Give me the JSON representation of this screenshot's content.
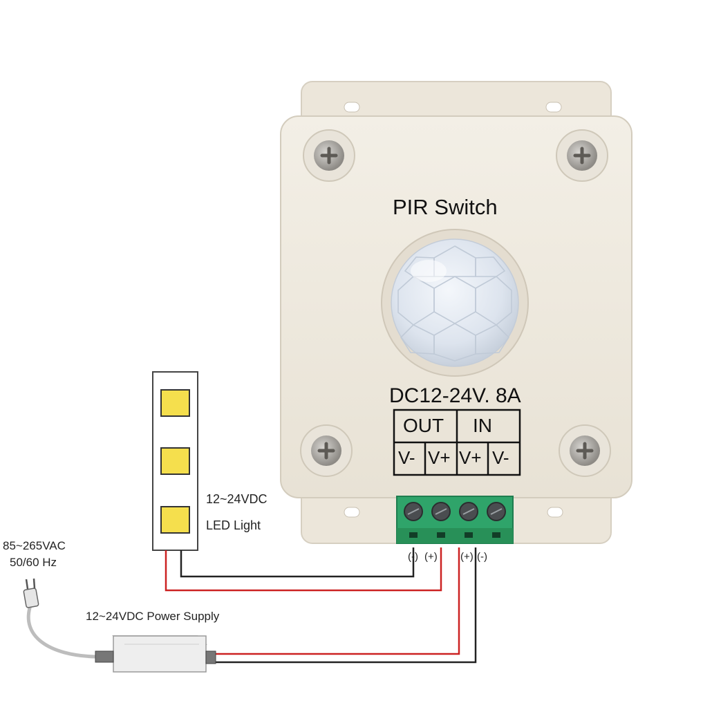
{
  "device": {
    "title": "PIR Switch",
    "rating": "DC12-24V. 8A",
    "terminal_groups": {
      "out": "OUT",
      "in": "IN"
    },
    "terminals": [
      "V-",
      "V+",
      "V+",
      "V-"
    ]
  },
  "led": {
    "line1": "12~24VDC",
    "line2": "LED Light"
  },
  "mains": {
    "line1": "85~265VAC",
    "line2": "50/60 Hz"
  },
  "power_supply": {
    "label": "12~24VDC Power Supply"
  },
  "polarity": [
    "(-)",
    "(+)",
    "(+)",
    "(-)"
  ],
  "colors": {
    "red_wire": "#cc2222",
    "black_wire": "#222222",
    "case": "#f1ece2",
    "terminal_block": "#2fa46a",
    "led_chip": "#f5df4d"
  }
}
